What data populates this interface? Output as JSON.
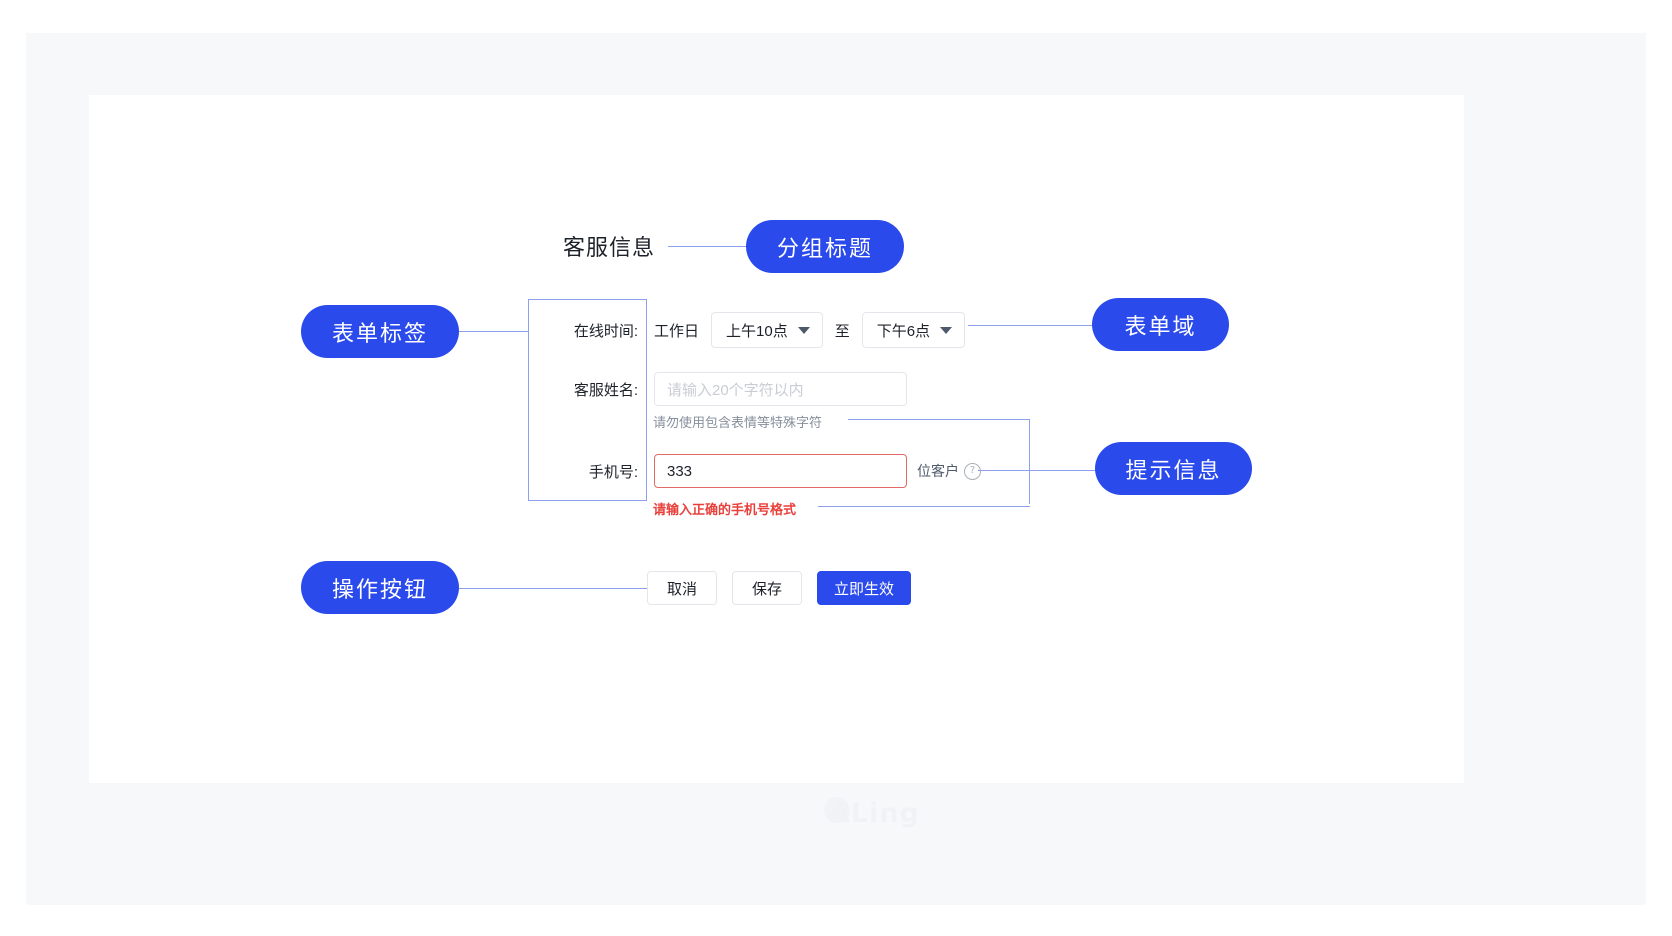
{
  "canvas": {
    "watermark_text": "ALing"
  },
  "group": {
    "title": "客服信息"
  },
  "form": {
    "rows": [
      {
        "label": "在线时间:",
        "prefix_text": "工作日",
        "start_time": "上午10点",
        "separator": "至",
        "end_time": "下午6点",
        "caret_icon": "chevron-down-icon"
      },
      {
        "label": "客服姓名:",
        "placeholder": "请输入20个字符以内",
        "value": "",
        "hint": "请勿使用包含表情等特殊字符"
      },
      {
        "label": "手机号:",
        "value": "333",
        "suffix": "位客户",
        "help_icon": "question-circle-icon",
        "error": "请输入正确的手机号格式"
      }
    ]
  },
  "actions": {
    "cancel": "取消",
    "save": "保存",
    "apply": "立即生效"
  },
  "annotations": {
    "group_title": "分组标题",
    "form_label": "表单标签",
    "form_field": "表单域",
    "hint_info": "提示信息",
    "action_buttons": "操作按钮"
  },
  "colors": {
    "accent": "#2b4aec",
    "connector": "#8f9ff0",
    "error": "#e8413c",
    "error_border": "#e06a68",
    "panel_bg": "#f7f8fa",
    "canvas_bg": "#ffffff",
    "text_primary": "#1d2129",
    "text_muted": "#86909c",
    "placeholder": "#c9cdd4",
    "input_border": "#e5e6eb"
  }
}
